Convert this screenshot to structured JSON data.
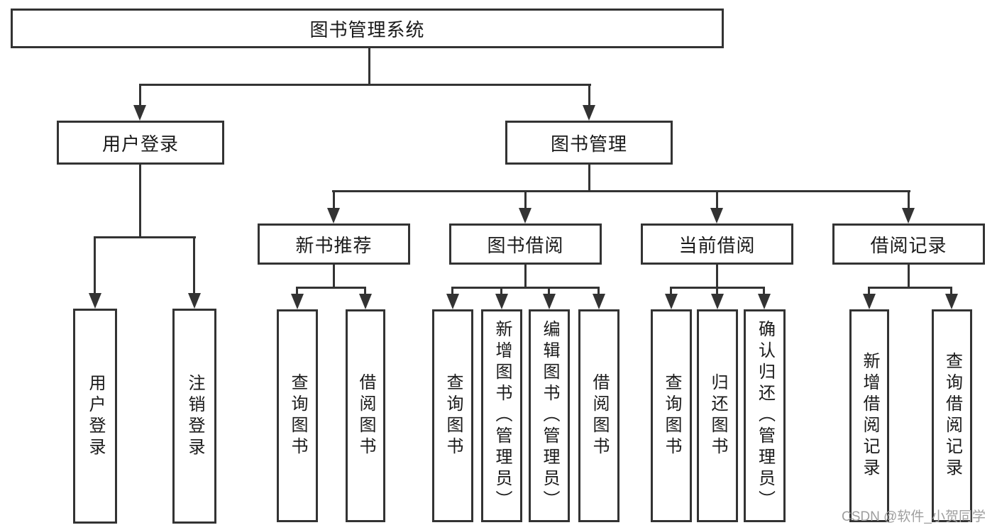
{
  "diagram": {
    "root": {
      "label": "图书管理系统"
    },
    "level2": [
      {
        "label": "用户登录",
        "leaves": [
          "用户登录",
          "注销登录"
        ]
      },
      {
        "label": "图书管理",
        "groups": [
          {
            "label": "新书推荐",
            "leaves": [
              "查询图书",
              "借阅图书"
            ]
          },
          {
            "label": "图书借阅",
            "leaves": [
              "查询图书",
              "新增图书（管理员）",
              "编辑图书（管理员）",
              "借阅图书"
            ]
          },
          {
            "label": "当前借阅",
            "leaves": [
              "查询图书",
              "归还图书",
              "确认归还（管理员）"
            ]
          },
          {
            "label": "借阅记录",
            "leaves": [
              "新增借阅记录",
              "查询借阅记录"
            ]
          }
        ]
      }
    ]
  },
  "watermark": {
    "text": "CSDN @软件_小贺同学"
  },
  "colors": {
    "line": "#333333",
    "text": "#1a1a1a",
    "watermark": "#9e9e9e",
    "background": "#ffffff"
  }
}
